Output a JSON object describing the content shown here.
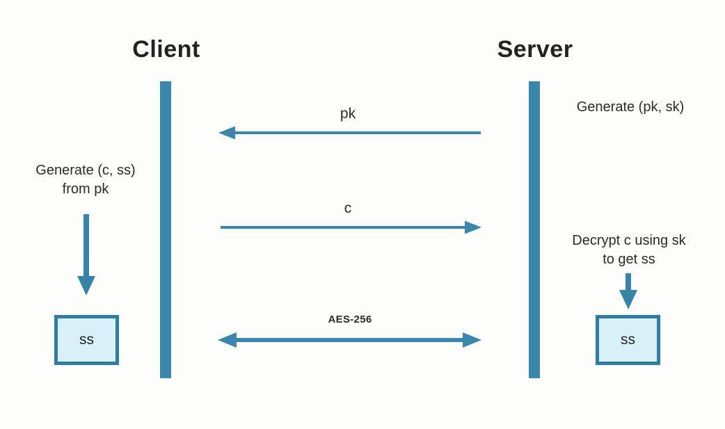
{
  "diagram": {
    "type": "sequence-diagram",
    "topic": "key-encapsulation-handshake",
    "colors": {
      "accent": "#3b86ac",
      "box_border": "#2f7da4",
      "box_fill": "#d8f1f9",
      "text": "#222222",
      "background": "#fdfdfc"
    }
  },
  "actors": {
    "client": {
      "label": "Client"
    },
    "server": {
      "label": "Server"
    }
  },
  "messages": {
    "pk": {
      "label": "pk",
      "direction": "server-to-client"
    },
    "c": {
      "label": "c",
      "direction": "client-to-server"
    },
    "aes": {
      "label": "AES-256",
      "direction": "bidirectional"
    }
  },
  "notes": {
    "server_generate": "Generate (pk, sk)",
    "client_generate_line1": "Generate (c, ss)",
    "client_generate_line2": "from pk",
    "server_decrypt_line1": "Decrypt c using sk",
    "server_decrypt_line2": "to get ss"
  },
  "boxes": {
    "client_ss": "ss",
    "server_ss": "ss"
  }
}
